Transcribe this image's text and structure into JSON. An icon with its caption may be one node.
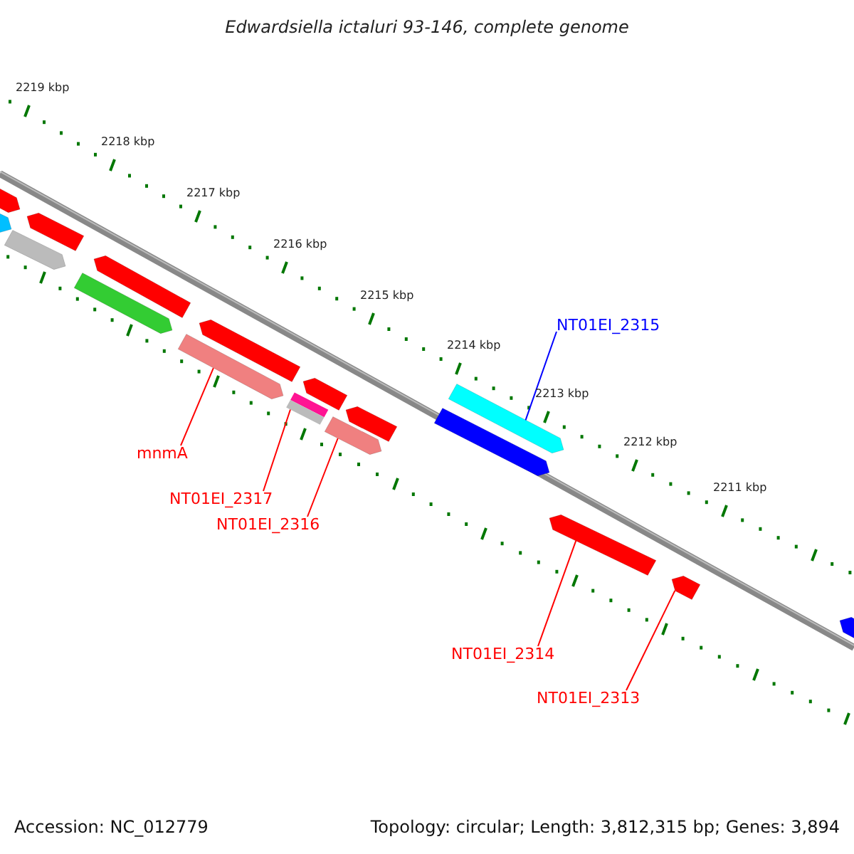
{
  "diagram": {
    "title": "Edwardsiella ictaluri 93-146, complete genome",
    "nodes": [
      {
        "text": [
          "NT01EI_2315"
        ]
      },
      {
        "text": [],
        "shape": "bar"
      },
      {
        "text": [
          "mnmA"
        ]
      },
      {
        "text": [],
        "shape": "bar"
      },
      {
        "text": [
          "NT01EI_2317"
        ]
      },
      {
        "text": [],
        "shape": "bar"
      },
      {
        "text": [
          "NT01EI_2316"
        ]
      },
      {
        "text": [],
        "shape": "bar"
      },
      {
        "text": [
          "NT01EI_2314"
        ]
      },
      {
        "text": [],
        "shape": "bar"
      },
      {
        "text": [
          "NT01EI_2313"
        ]
      },
      {
        "text": [],
        "shape": "bar"
      },
      {
        "text": [],
        "shape": "bar"
      },
      {
        "text": [],
        "shape": "bar"
      },
      {
        "text": [],
        "shape": "bar"
      },
      {
        "text": [],
        "shape": "bar"
      },
      {
        "text": [],
        "shape": "bar"
      },
      {
        "text": [],
        "shape": "bar"
      },
      {
        "text": [],
        "shape": "bar"
      },
      {
        "text": [],
        "shape": "bar"
      },
      {
        "text": [],
        "shape": "bar"
      },
      {
        "text": [],
        "shape": "bar"
      },
      {
        "text": [],
        "shape": "bar"
      }
    ],
    "edges": [
      {
        "from": 0,
        "to": 1,
        "arrow": "none",
        "color": "#0000ff"
      },
      {
        "from": 2,
        "to": 3,
        "arrow": "none"
      },
      {
        "from": 4,
        "to": 5,
        "arrow": "none"
      },
      {
        "from": 6,
        "to": 7,
        "arrow": "none"
      },
      {
        "from": 8,
        "to": 9,
        "arrow": "none"
      },
      {
        "from": 10,
        "to": 11,
        "arrow": "none"
      }
    ],
    "labels": [
      "2219 kbp",
      "2218 kbp",
      "2217 kbp",
      "2216 kbp",
      "2215 kbp",
      "2214 kbp",
      "2213 kbp",
      "2212 kbp",
      "2211 kbp",
      "Accession: NC_012779",
      "Topology: circular; Length: 3,812,315 bp; Genes: 3,894"
    ]
  }
}
